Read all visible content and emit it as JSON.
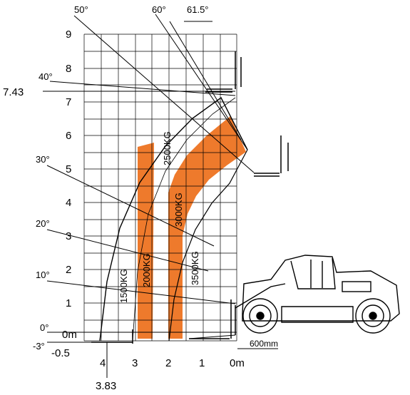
{
  "y_axis_ticks": [
    "9",
    "8",
    "7",
    "6",
    "5",
    "4",
    "3",
    "2",
    "1",
    "0m",
    "-0.5"
  ],
  "x_axis_ticks": [
    "4",
    "3",
    "2",
    "1",
    "0m"
  ],
  "angles": [
    "50°",
    "60°",
    "61.5°",
    "40°",
    "30°",
    "20°",
    "10°",
    "0°",
    "-3°"
  ],
  "callouts": {
    "max_height": "7.43",
    "max_reach": "3.83",
    "offset": "600mm"
  },
  "load_zones": [
    "1500KG",
    "2000KG",
    "2500KG",
    "3000KG",
    "3500KG"
  ],
  "colors": {
    "load_fill": "#ee7a2c",
    "line": "#000000"
  }
}
